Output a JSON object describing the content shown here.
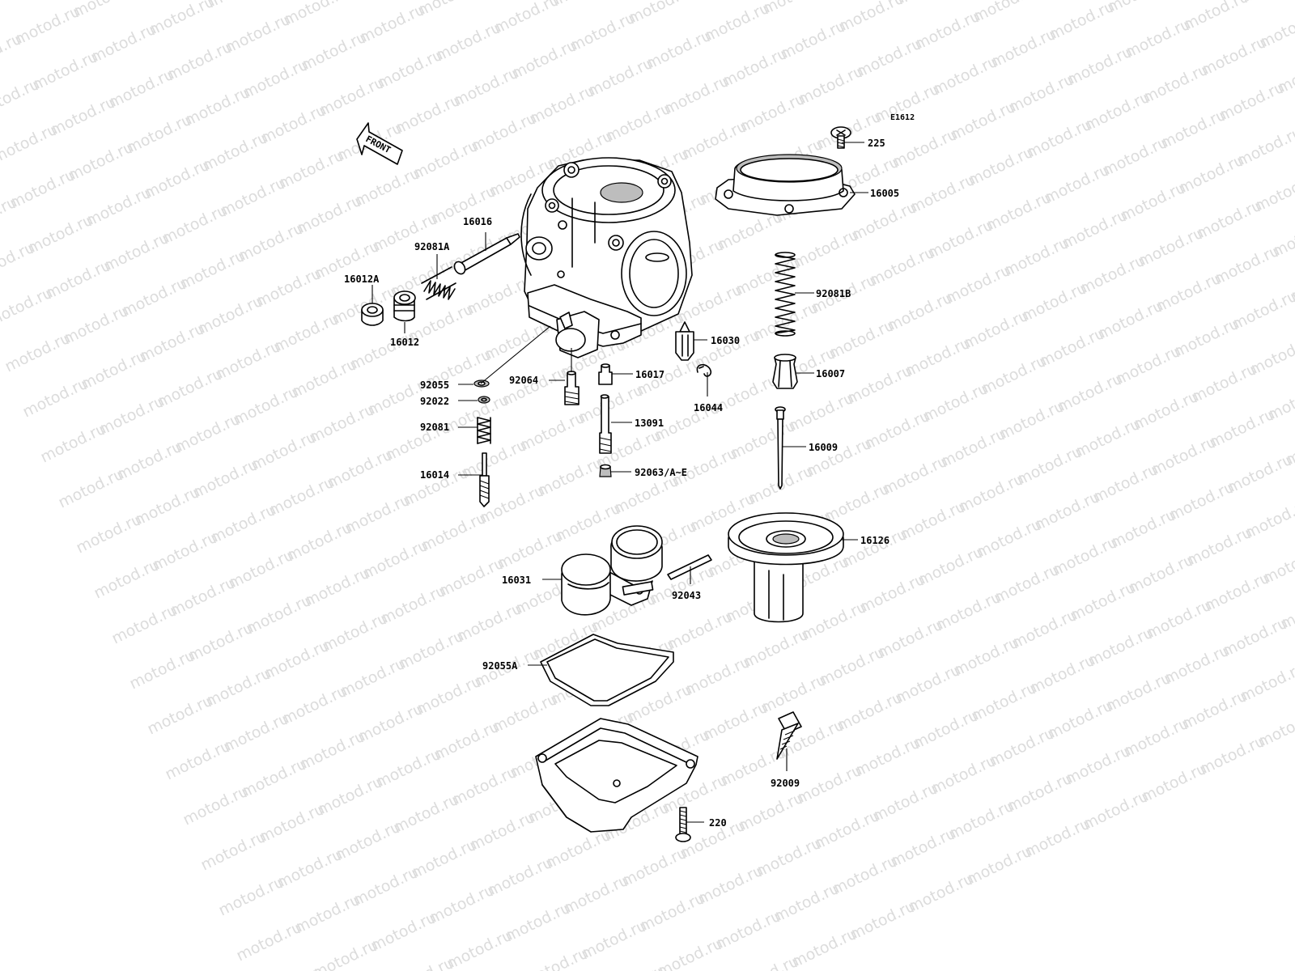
{
  "watermark": "motod.ru",
  "diagram_code": "E1612",
  "front_arrow_text": "FRONT",
  "callouts": {
    "c225": "225",
    "c16005": "16005",
    "c16016": "16016",
    "c92081A": "92081A",
    "c16012A": "16012A",
    "c16012": "16012",
    "c92081B": "92081B",
    "c16030": "16030",
    "c92055": "92055",
    "c92064": "92064",
    "c16017": "16017",
    "c16007": "16007",
    "c16044": "16044",
    "c92022": "92022",
    "c92081": "92081",
    "c13091": "13091",
    "c16009": "16009",
    "c16014": "16014",
    "c92063": "92063/A~E",
    "c16126": "16126",
    "c16031": "16031",
    "c92043": "92043",
    "c92055A": "92055A",
    "c92009": "92009",
    "c220": "220"
  },
  "colors": {
    "line": "#000000",
    "watermark": "#dcdcdc",
    "background": "#ffffff"
  }
}
